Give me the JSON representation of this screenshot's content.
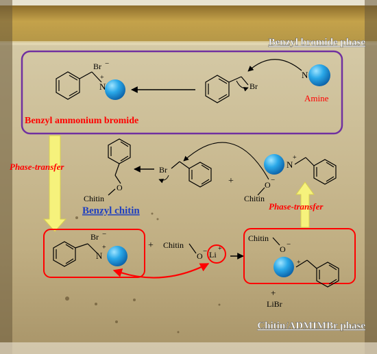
{
  "phases": {
    "top": "Benzyl bromide phase",
    "bottom": "Chitin/ADMIMBr phase"
  },
  "labels": {
    "amine": "Amine",
    "benzyl_ammonium_bromide": "Benzyl ammonium bromide",
    "benzyl_chitin": "Benzyl chitin",
    "phase_transfer_left": "Phase-transfer",
    "phase_transfer_right": "Phase-transfer",
    "br_minus": "Br",
    "br_minus_2": "Br",
    "br_atom": "Br",
    "br_atom_2": "Br",
    "n_atom": "N",
    "n_atom_2": "N",
    "n_atom_3": "N",
    "n_atom_4": "N",
    "plus_sign": "+",
    "plus_sign_2": "+",
    "plus_sign_3": "+",
    "chitin_1": "Chitin",
    "chitin_2": "Chitin",
    "chitin_3": "Chitin",
    "chitin_4": "Chitin",
    "o_atom": "O",
    "o_atom_2": "O",
    "o_atom_3": "O",
    "o_atom_4": "O",
    "li": "Li",
    "libr": "LiBr",
    "minus": "−",
    "plus_charge": "+"
  },
  "colors": {
    "solution": "#c6b88f",
    "purple_box": "#7030a0",
    "red": "#ff0000",
    "blue_sphere": "#1e90d8",
    "yellow_arrow": "#f5f07a",
    "link_blue": "#1f3fbf"
  }
}
